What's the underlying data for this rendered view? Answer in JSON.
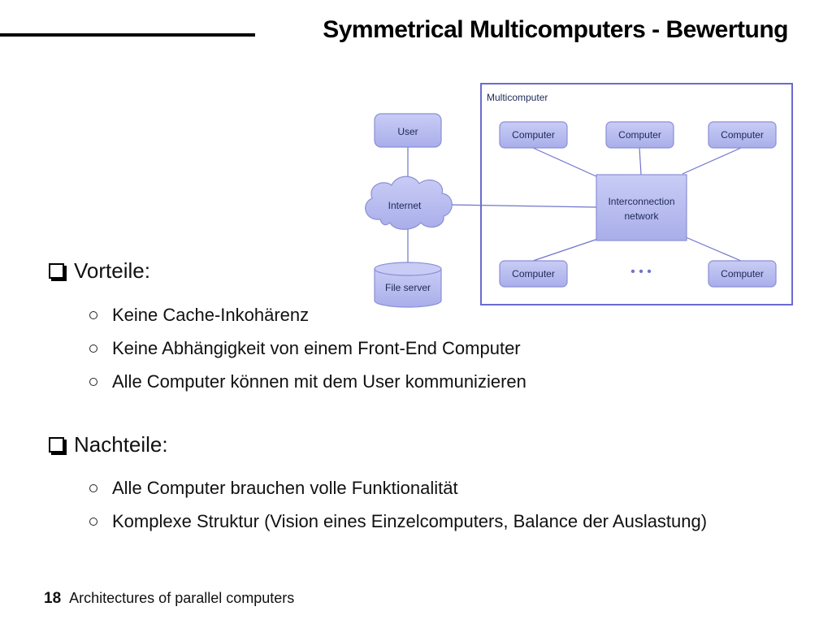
{
  "slide": {
    "title": "Symmetrical Multicomputers - Bewertung",
    "footer_number": "18",
    "footer_text": "Architectures of parallel computers"
  },
  "diagram": {
    "multicomputer_label": "Multicomputer",
    "user_label": "User",
    "internet_label": "Internet",
    "file_server_label": "File server",
    "computer_label": "Computer",
    "interconnect_line1": "Interconnection",
    "interconnect_line2": "network",
    "ellipsis": "• • •"
  },
  "pros": {
    "heading": "Vorteile:",
    "items": [
      "Keine Cache-Inkohärenz",
      "Keine Abhängigkeit von einem Front-End Computer",
      "Alle Computer können mit dem User kommunizieren"
    ]
  },
  "cons": {
    "heading": "Nachteile:",
    "items": [
      "Alle Computer brauchen volle Funktionalität",
      "Komplexe Struktur (Vision eines Einzelcomputers, Balance der Auslastung)"
    ]
  },
  "colors": {
    "node_fill": "#b4b8ee",
    "node_stroke": "#8a8fd6",
    "frame_stroke": "#6a6ad0",
    "edge": "#6f74cc"
  }
}
